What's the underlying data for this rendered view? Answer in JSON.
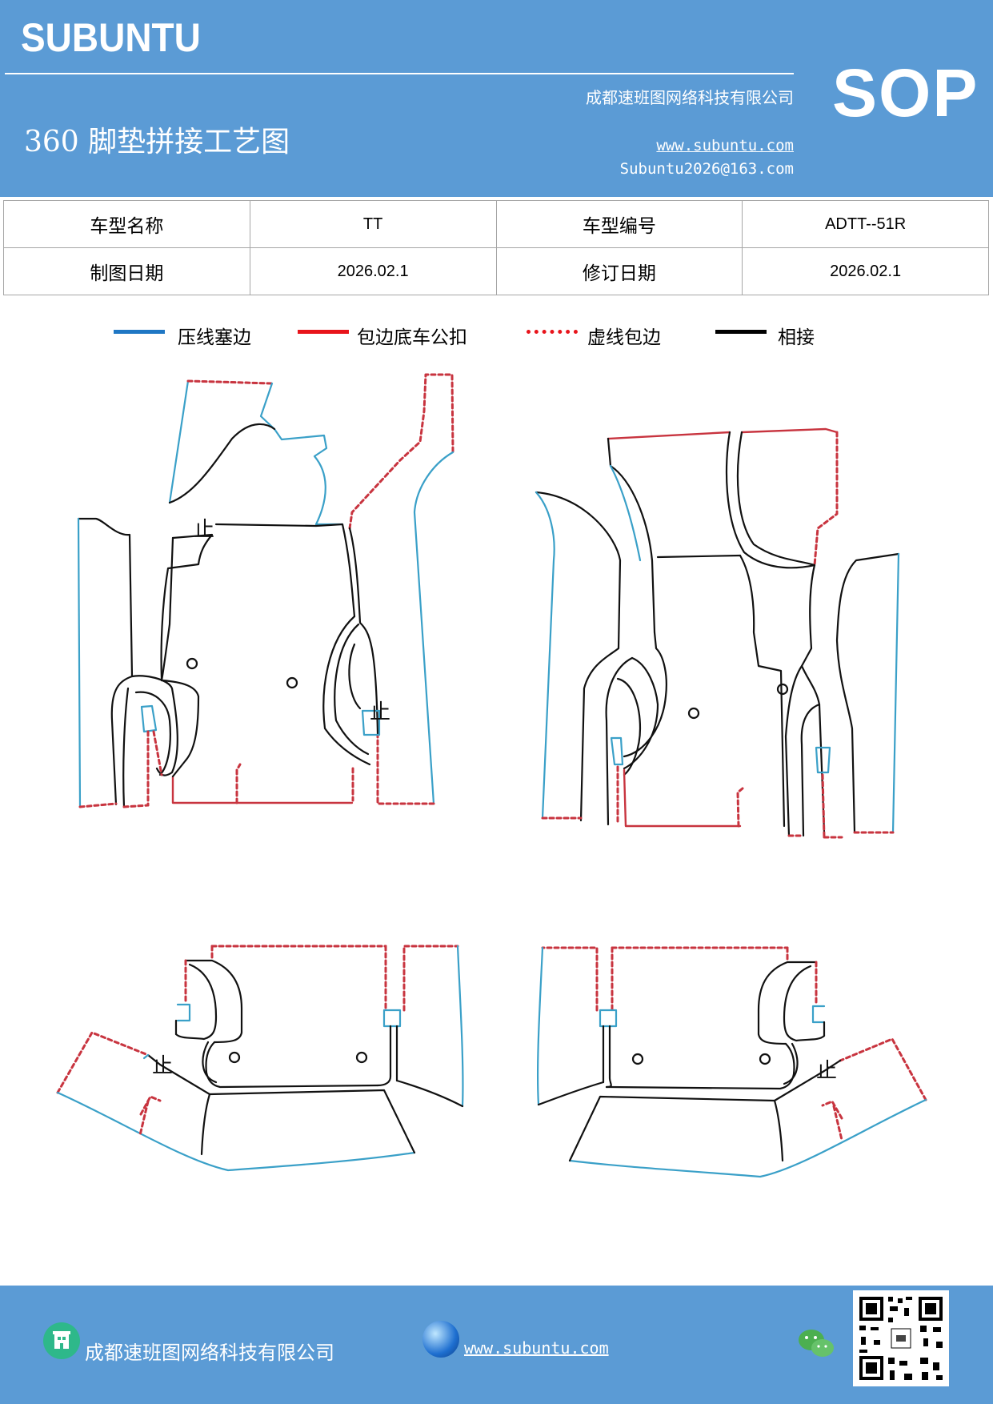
{
  "header": {
    "brand": "SUBUNTU",
    "title": "360 脚垫拼接工艺图",
    "company": "成都速班图网络科技有限公司",
    "website": "www.subuntu.com",
    "email": "Subuntu2026@163.com",
    "badge": "SOP"
  },
  "info_table": {
    "row1": {
      "label1": "车型名称",
      "value1": "TT",
      "label2": "车型编号",
      "value2": "ADTT--51R"
    },
    "row2": {
      "label1": "制图日期",
      "value1": "2026.02.1",
      "label2": "修订日期",
      "value2": "2026.02.1"
    }
  },
  "legend": [
    {
      "label": "压线塞边",
      "color": "#1f77c4",
      "style": "solid"
    },
    {
      "label": "包边底车公扣",
      "color": "#e8141b",
      "style": "solid"
    },
    {
      "label": "虚线包边",
      "color": "#e8141b",
      "style": "dotted"
    },
    {
      "label": "相接",
      "color": "#000000",
      "style": "solid"
    }
  ],
  "diagram": {
    "stop_mark": "止",
    "colors": {
      "blue": "#3aa0c8",
      "red": "#c8343f",
      "black": "#111111"
    }
  },
  "footer": {
    "company": "成都速班图网络科技有限公司",
    "website": "www.subuntu.com",
    "company_icon": "building-icon",
    "web_icon": "globe-icon",
    "wechat_icon": "wechat-icon"
  }
}
